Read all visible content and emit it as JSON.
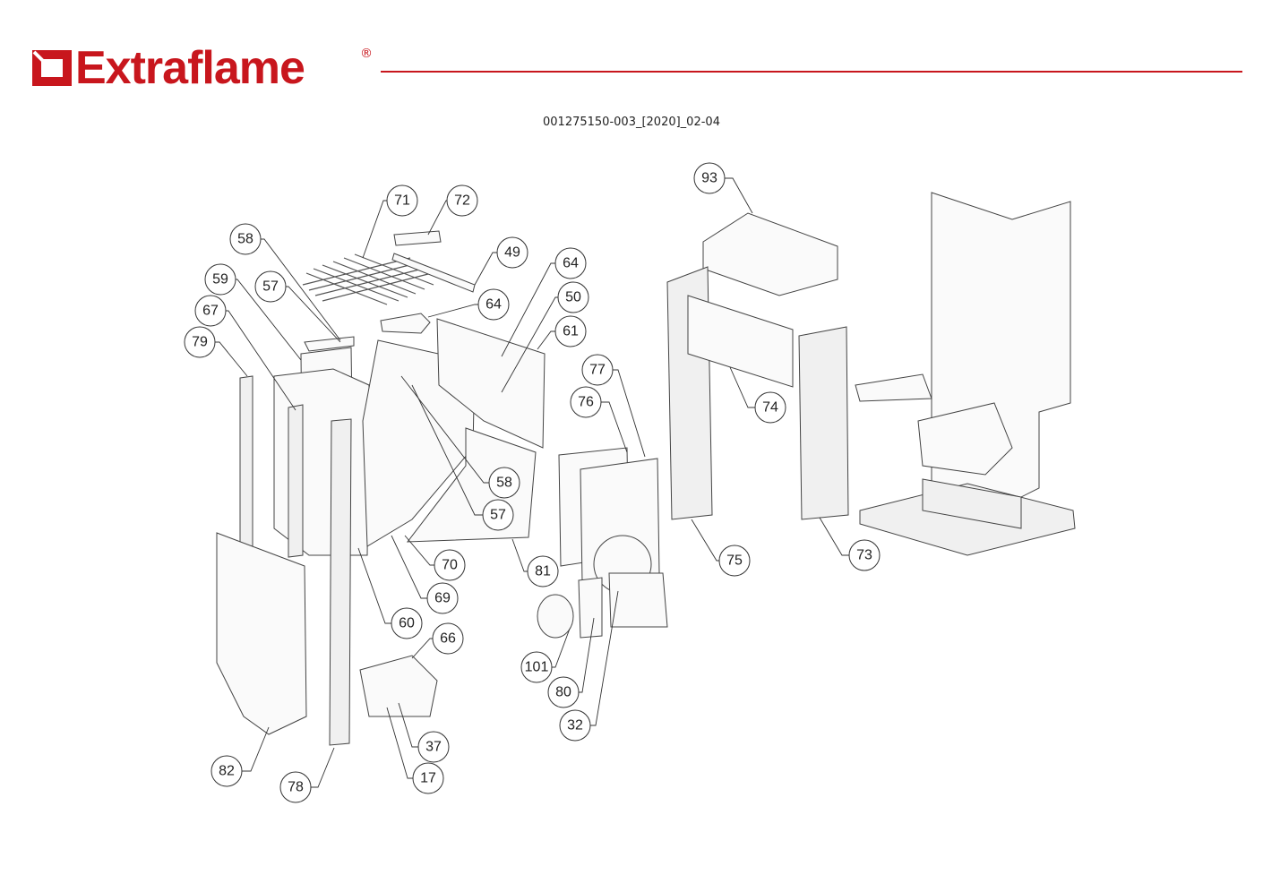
{
  "brand": {
    "name": "Extraflame",
    "registered_mark": "®",
    "accent_color": "#c8161d"
  },
  "document": {
    "code": "001275150-003_[2020]_02-04"
  },
  "callouts": [
    "71",
    "72",
    "58",
    "49",
    "64",
    "59",
    "57",
    "64",
    "50",
    "67",
    "61",
    "79",
    "77",
    "76",
    "74",
    "58",
    "57",
    "75",
    "73",
    "70",
    "81",
    "69",
    "60",
    "66",
    "101",
    "80",
    "32",
    "37",
    "82",
    "17",
    "78",
    "93"
  ]
}
